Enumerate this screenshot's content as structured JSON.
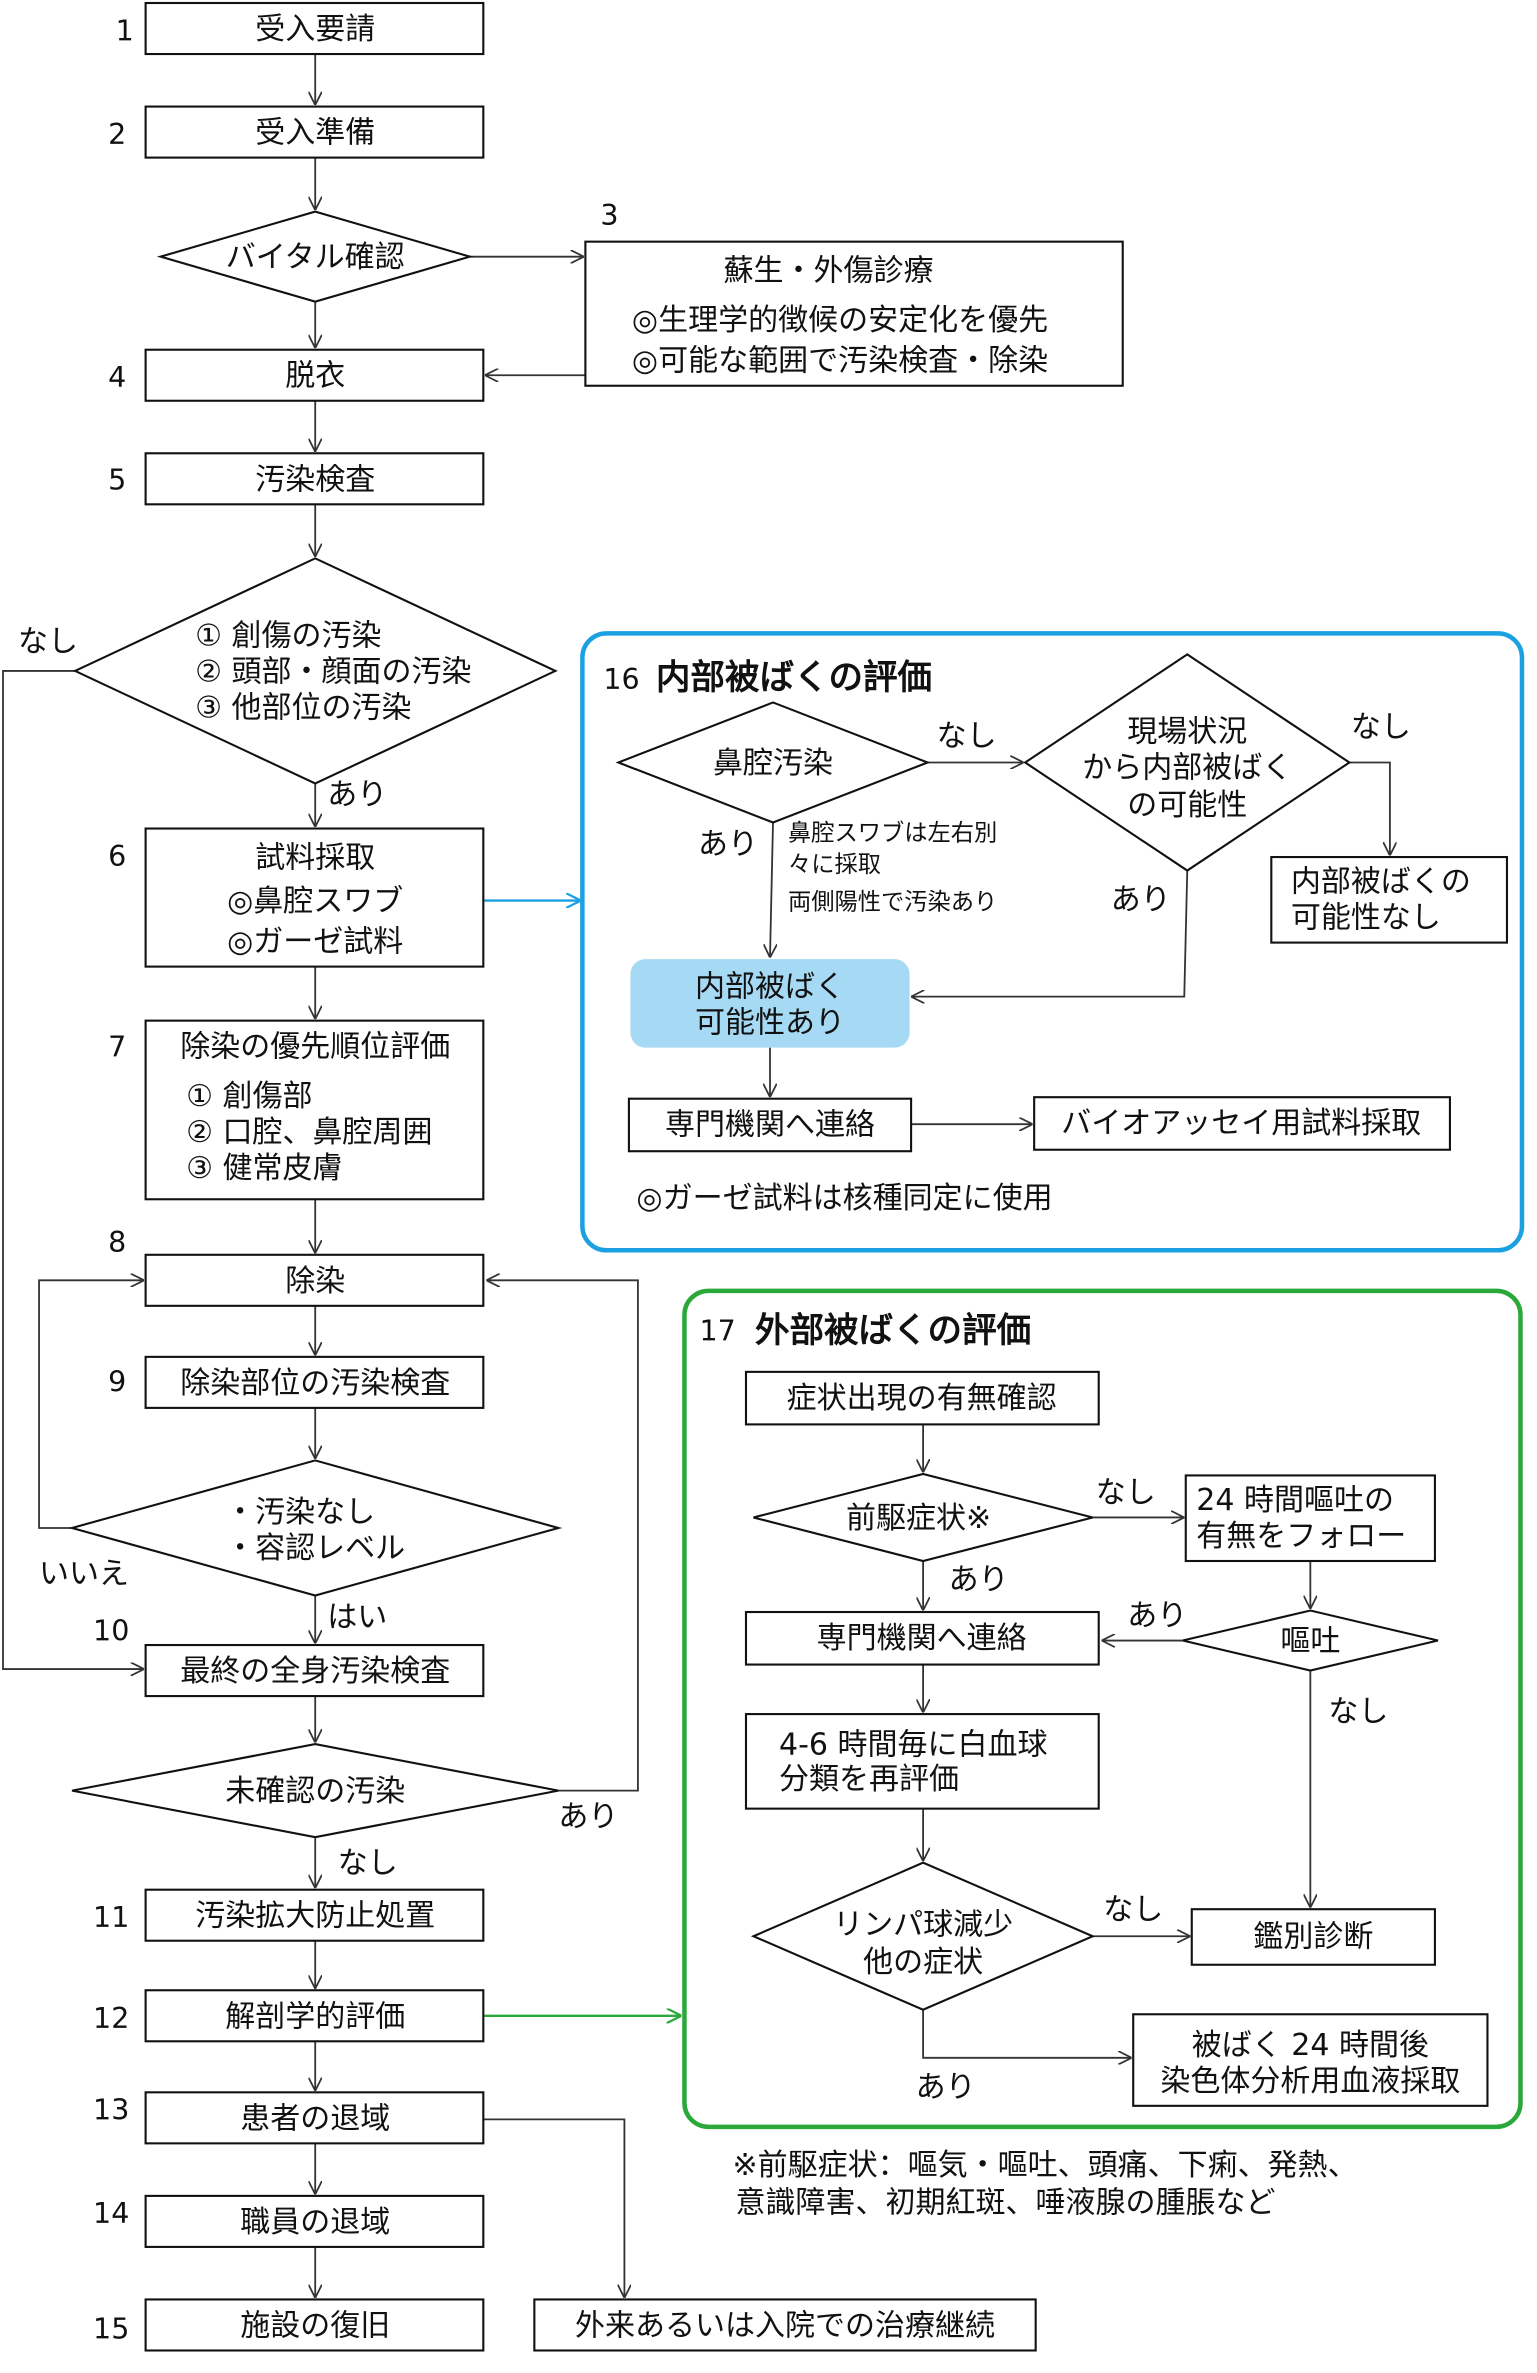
{
  "colors": {
    "internal_border": "#1ba1e2",
    "internal_fill": "#a6daf4",
    "external_border": "#2aa83a"
  },
  "main": {
    "steps": [
      {
        "num": "1",
        "label": "受入要請"
      },
      {
        "num": "2",
        "label": "受入準備"
      },
      {
        "num": "",
        "label": "バイタル確認"
      },
      {
        "num": "3",
        "title": "蘇生・外傷診療",
        "lines": [
          "◎生理学的徴候の安定化を優先",
          "◎可能な範囲で汚染検査・除染"
        ]
      },
      {
        "num": "4",
        "label": "脱衣"
      },
      {
        "num": "5",
        "label": "汚染検査"
      },
      {
        "num": "",
        "lines": [
          "① 創傷の汚染",
          "② 頭部・顔面の汚染",
          "③ 他部位の汚染"
        ]
      },
      {
        "num": "6",
        "title": "試料採取",
        "lines": [
          "◎鼻腔スワブ",
          "◎ガーゼ試料"
        ]
      },
      {
        "num": "7",
        "title": "除染の優先順位評価",
        "lines": [
          "① 創傷部",
          "② 口腔、鼻腔周囲",
          "③ 健常皮膚"
        ]
      },
      {
        "num": "8",
        "label": "除染"
      },
      {
        "num": "9",
        "label": "除染部位の汚染検査"
      },
      {
        "num": "",
        "lines": [
          "・汚染なし",
          "・容認レベル"
        ]
      },
      {
        "num": "10",
        "label": "最終の全身汚染検査"
      },
      {
        "num": "",
        "label": "未確認の汚染"
      },
      {
        "num": "11",
        "label": "汚染拡大防止処置"
      },
      {
        "num": "12",
        "label": "解剖学的評価"
      },
      {
        "num": "13",
        "label": "患者の退域"
      },
      {
        "num": "14",
        "label": "職員の退域"
      },
      {
        "num": "15",
        "label": "施設の復旧"
      }
    ],
    "outpatient": "外来あるいは入院での治療継続",
    "edge_labels": {
      "none1": "なし",
      "yes1": "あり",
      "no": "いいえ",
      "yes_hai": "はい",
      "yes2": "あり",
      "none2": "なし"
    }
  },
  "internal": {
    "num": "16",
    "title": "内部被ばくの評価",
    "nasal": "鼻腔汚染",
    "site": [
      "現場状況",
      "から内部被ばく",
      "の可能性"
    ],
    "no_possibility": [
      "内部被ばくの",
      "可能性なし"
    ],
    "possibility": [
      "内部被ばく",
      "可能性あり"
    ],
    "notes": [
      "鼻腔スワブは左右別",
      "々に採取",
      "両側陽性で汚染あり"
    ],
    "contact": "専門機関へ連絡",
    "bioassay": "バイオアッセイ用試料採取",
    "footnote": "◎ガーゼ試料は核種同定に使用",
    "labels": {
      "none1": "なし",
      "none2": "なし",
      "yes1": "あり",
      "yes2": "あり"
    }
  },
  "external": {
    "num": "17",
    "title": "外部被ばくの評価",
    "check": "症状出現の有無確認",
    "prodrome": "前駆症状※",
    "follow": [
      "24 時間嘔吐の",
      "有無をフォロー"
    ],
    "contact": "専門機関へ連絡",
    "vomit": "嘔吐",
    "wbc": [
      "4-6 時間毎に白血球",
      "分類を再評価"
    ],
    "lymph": [
      "リンパ球減少",
      "他の症状"
    ],
    "diff": "鑑別診断",
    "chromo": [
      "被ばく 24 時間後",
      "染色体分析用血液採取"
    ],
    "labels": {
      "none1": "なし",
      "yes1": "あり",
      "yes2": "あり",
      "none2": "なし",
      "none3": "なし",
      "yes3": "あり"
    },
    "footnote": [
      "※前駆症状：嘔気・嘔吐、頭痛、下痢、発熱、",
      "意識障害、初期紅斑、唾液腺の腫脹など"
    ]
  }
}
